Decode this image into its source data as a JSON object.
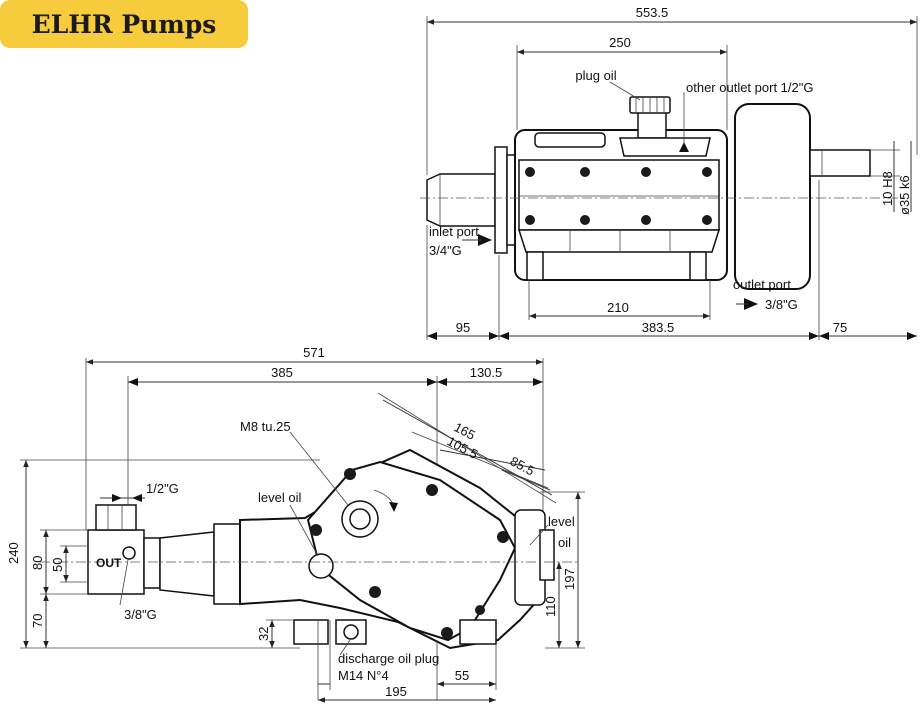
{
  "brand": {
    "title": "ELHR Pumps",
    "accent": "#f7cc3c"
  },
  "top_view": {
    "dims": {
      "overall": "553.5",
      "body_top": "250",
      "base": "210",
      "left": "95",
      "mid": "383.5",
      "right": "75",
      "shaft_h8": "10 H8",
      "shaft_dia": "ø35 k6"
    },
    "labels": {
      "plug_oil": "plug oil",
      "other_outlet": "other outlet port 1/2\"G",
      "inlet": "inlet port",
      "inlet_size": "3/4\"G",
      "outlet": "outlet port",
      "outlet_size": "3/8\"G"
    }
  },
  "side_view": {
    "dims": {
      "overall": "571",
      "left": "385",
      "right": "130.5",
      "d165": "165",
      "d105": "105.5",
      "d85": "85.5",
      "h240": "240",
      "h80": "80",
      "h50": "50",
      "h70": "70",
      "h32": "32",
      "h110": "110",
      "h197": "197",
      "b195": "195",
      "b55": "55"
    },
    "labels": {
      "m8": "M8 tu.25",
      "level_oil_left": "level oil",
      "level_oil_right_1": "level",
      "level_oil_right_2": "oil",
      "half_g": "1/2\"G",
      "out": "OUT",
      "three_eighth": "3/8\"G",
      "discharge": "discharge oil plug",
      "m14": "M14 N°4"
    }
  }
}
